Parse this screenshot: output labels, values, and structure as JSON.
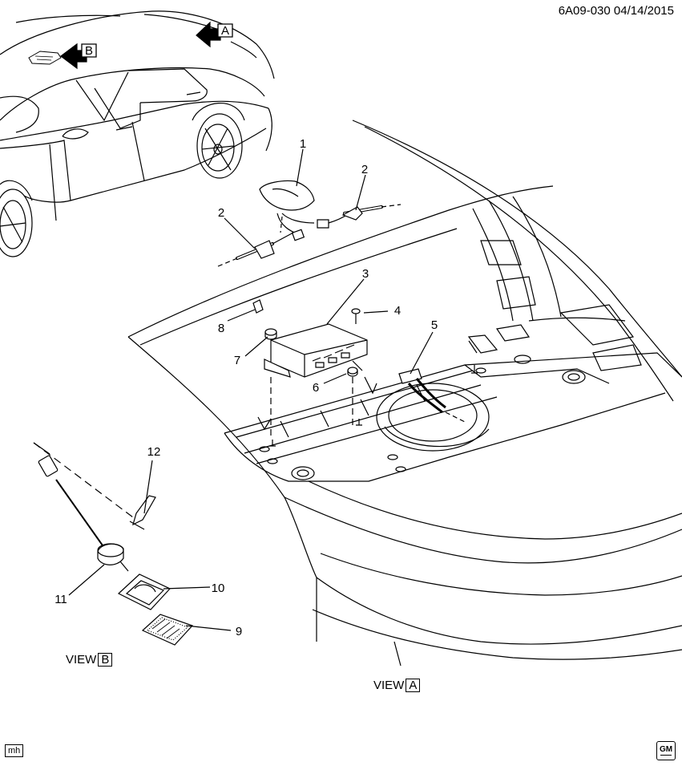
{
  "header": {
    "code": "6A09-030",
    "date": "04/14/2015"
  },
  "callouts": {
    "view_a_arrow": "A",
    "view_b_arrow": "B",
    "parts": [
      "1",
      "2",
      "2",
      "3",
      "4",
      "5",
      "6",
      "7",
      "8",
      "9",
      "10",
      "11",
      "12"
    ]
  },
  "views": {
    "view_b": {
      "prefix": "VIEW",
      "letter": "B"
    },
    "view_a": {
      "prefix": "VIEW",
      "letter": "A"
    }
  },
  "footer": {
    "illustrator_tag": "mh",
    "logo_text": "GM"
  }
}
